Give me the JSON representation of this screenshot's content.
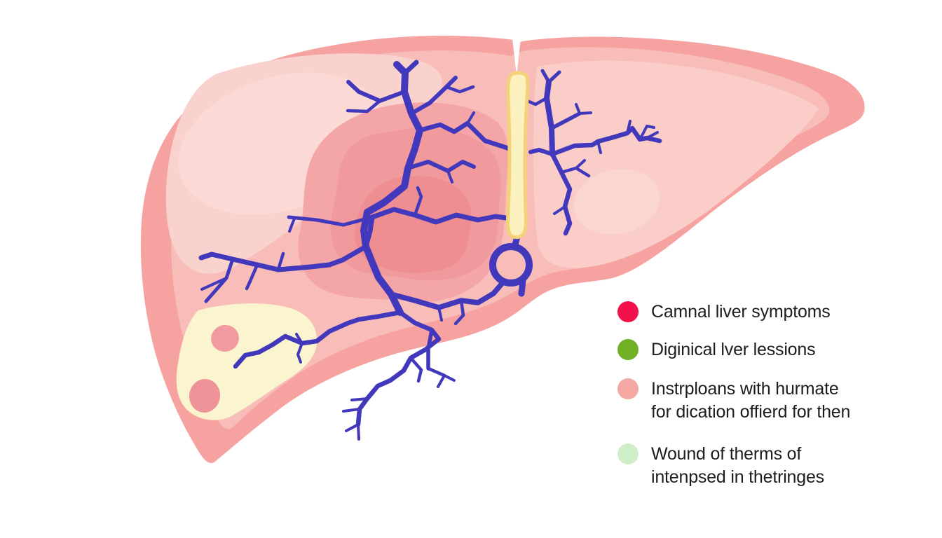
{
  "illustration": {
    "subject": "liver-anatomy-diagram",
    "parts": [
      "liver-body",
      "portal-vein-branches",
      "falciform-ligament",
      "gallbladder",
      "gallstones",
      "lesion-area"
    ],
    "palette": {
      "background": "#FFFFFF",
      "liver_edge": "#F5A2A1",
      "liver_fill": "#F8BDB9",
      "liver_light_left": "#FAD2CD",
      "liver_light_core": "#FBDAD6",
      "liver_light_right": "#FACDC8",
      "lesion_outer": "#F3A5A7",
      "lesion_mid": "#F09A9E",
      "lesion_core": "#EE8E93",
      "vessel_blue": "#4138BC",
      "ligament_fill": "#FCF2BF",
      "ligament_edge": "#F5D27A",
      "gallbladder_fill": "#FAF5CF",
      "gallstone_upper": "#F19BA1",
      "gallstone_lower": "#EF939B"
    }
  },
  "legend": {
    "items": [
      {
        "color": "#F0104A",
        "lines": [
          "Camnal liver symptoms",
          ""
        ]
      },
      {
        "color": "#70AF26",
        "lines": [
          "Diginical lver lessions",
          ""
        ]
      },
      {
        "color": "#F4A8A3",
        "lines": [
          "Instrploans with hurmate",
          "for dication offierd for then"
        ]
      },
      {
        "color": "#CFEEC7",
        "lines": [
          "Wound of therms of",
          "intenpsed in thetringes"
        ]
      }
    ]
  }
}
